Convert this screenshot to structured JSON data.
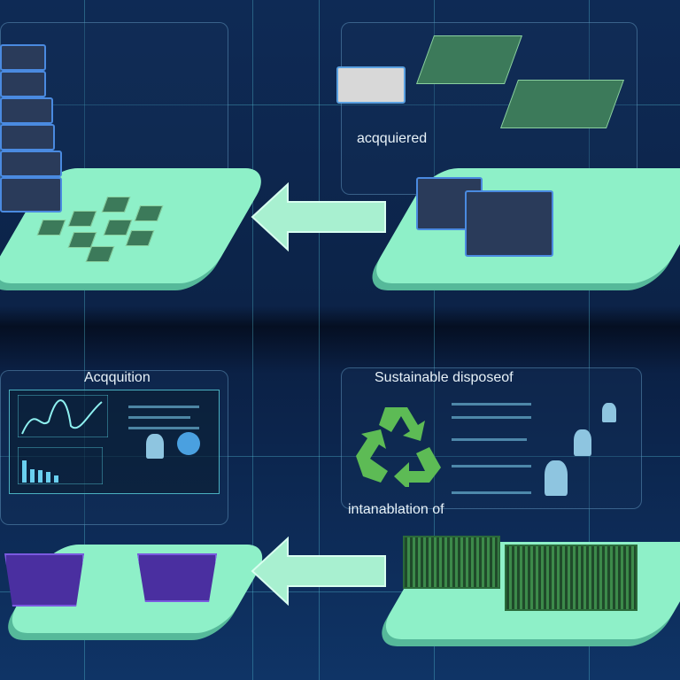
{
  "top_right_label": "acqquiered",
  "bottom_left_title": "Acqquition",
  "bottom_right_title": "Sustainable disposeof",
  "bottom_right_caption": "intanablation of",
  "colors": {
    "platform": "#8ef0c8",
    "recycle": "#5dbb55",
    "arrow": "#a8f0d0",
    "bin": "#4a2fa0"
  },
  "icons": [
    "server-rack-icon",
    "circuit-board-icon",
    "recycle-icon",
    "arrow-left-icon",
    "bin-icon",
    "cage-icon"
  ]
}
